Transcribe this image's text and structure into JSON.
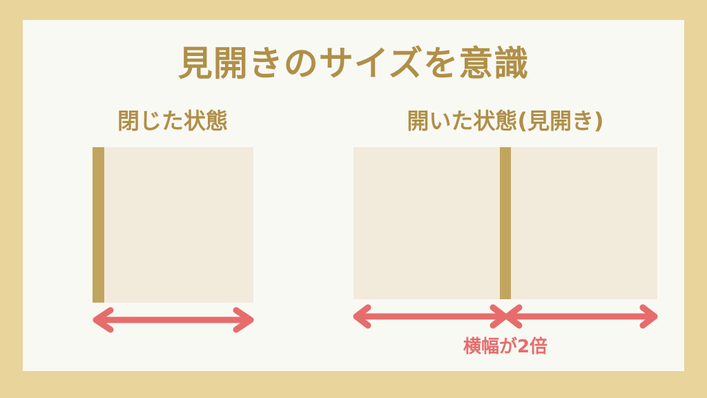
{
  "title": "見開きのサイズを意識",
  "closed": {
    "heading": "閉じた状態"
  },
  "open": {
    "heading": "開いた状態(見開き)",
    "width_note": "横幅が2倍"
  },
  "colors": {
    "background": "#e9d49c",
    "panel": "#f9f9f4",
    "heading": "#b08f48",
    "page": "#f2eadb",
    "spine": "#c1a55f",
    "arrow": "#e76c6c"
  }
}
